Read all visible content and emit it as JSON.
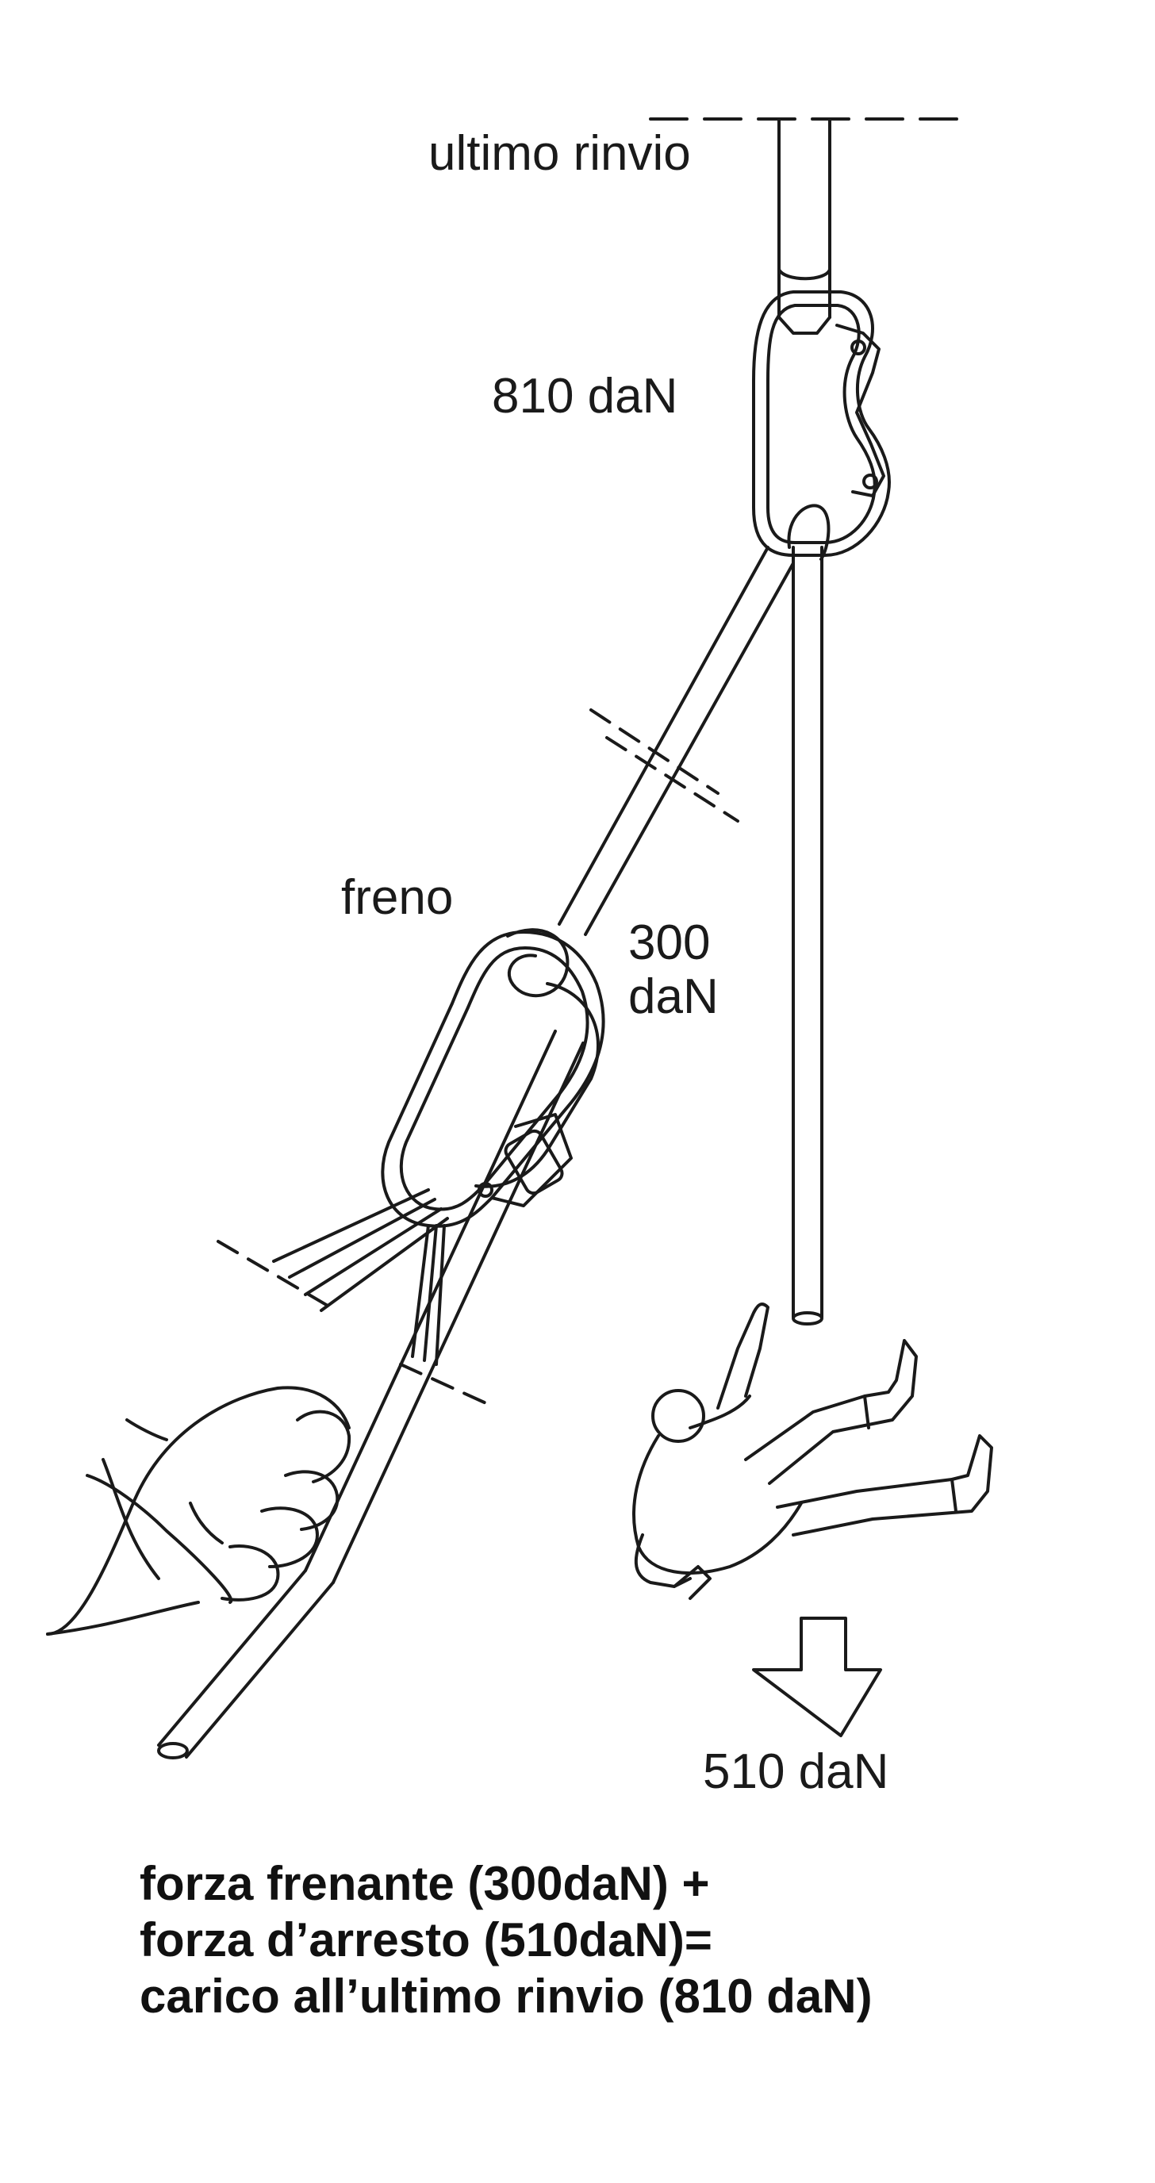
{
  "labels": {
    "top_pulley": "ultimo rinvio",
    "anchor_force": "810 daN",
    "brake": "freno",
    "brake_force": "300 daN",
    "arrest_force": "510 daN"
  },
  "summary": {
    "line1": "forza frenante (300daN) +",
    "line2": "forza d’arresto (510daN)=",
    "line3": "carico all’ultimo rinvio (810 daN)"
  },
  "colors": {
    "ink": "#1a1a1a",
    "background": "#ffffff"
  }
}
